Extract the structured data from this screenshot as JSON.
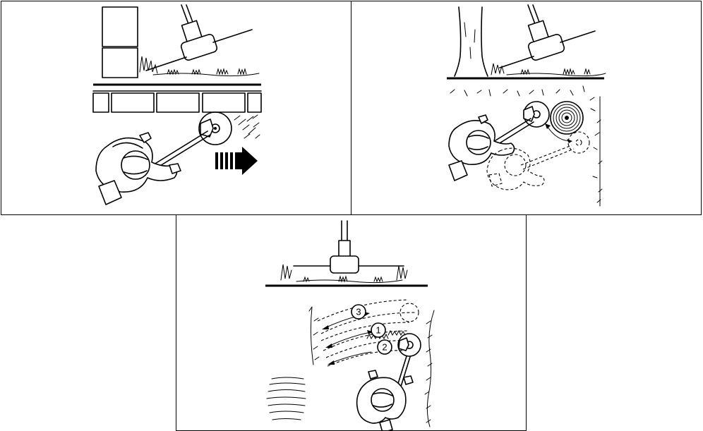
{
  "panels": [
    {
      "id": "edge-trimming-along-wall",
      "labels": []
    },
    {
      "id": "trimming-around-tree",
      "labels": []
    },
    {
      "id": "trimming-slope-passes",
      "labels": [
        "1",
        "2",
        "3"
      ]
    }
  ],
  "steps": {
    "step1": "1",
    "step2": "2",
    "step3": "3"
  },
  "icons": {
    "motion": "direction-arrow-icon",
    "trimmer": "string-trimmer-head-icon",
    "operator": "operator-top-view-icon"
  }
}
